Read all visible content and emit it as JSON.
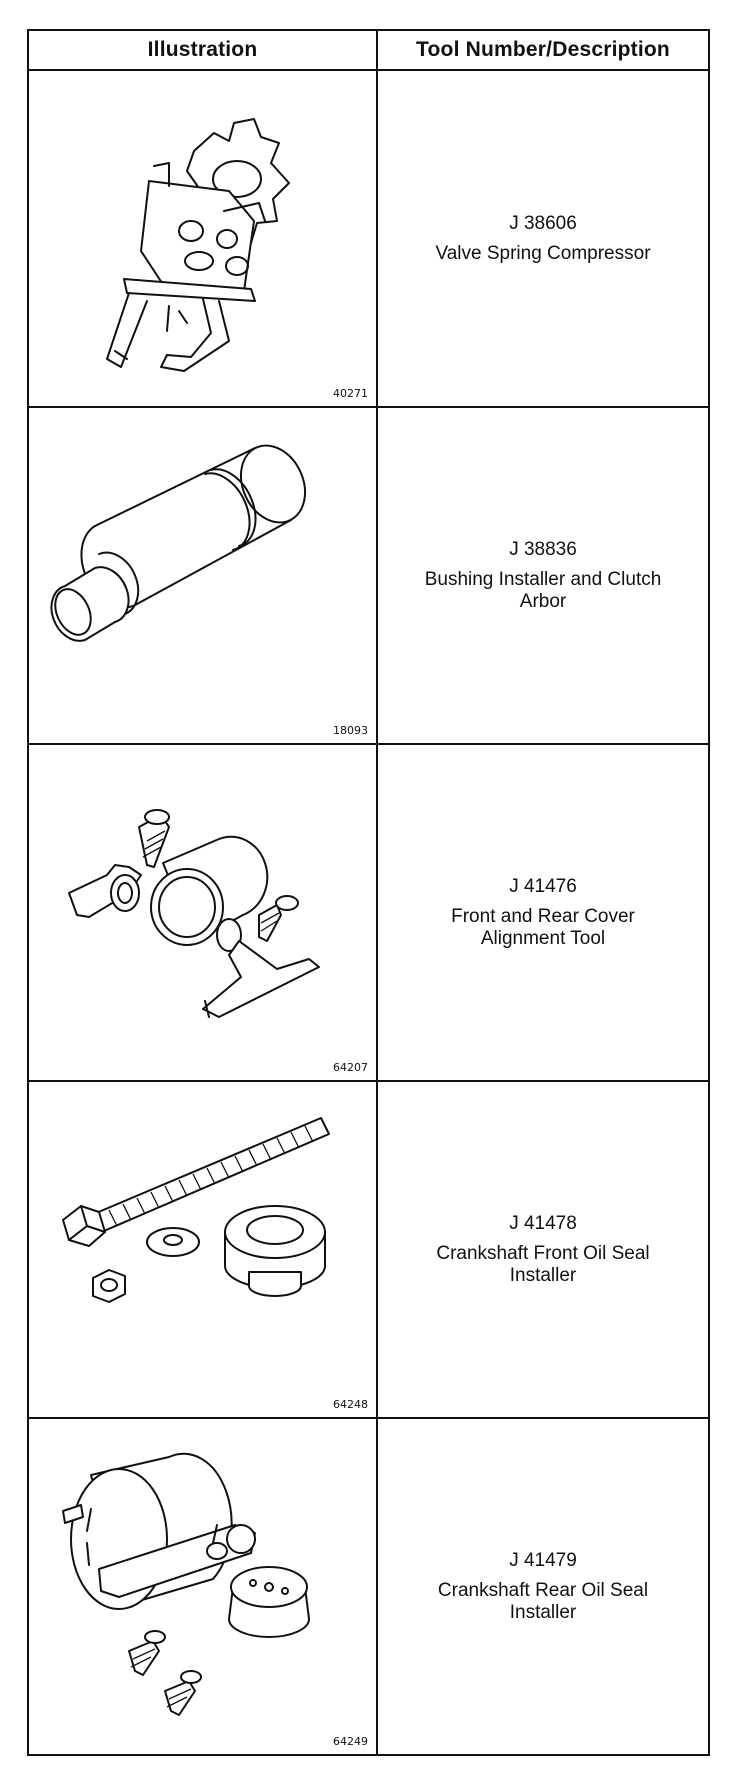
{
  "table": {
    "headers": {
      "illustration": "Illustration",
      "tool": "Tool Number/Description"
    },
    "rows": [
      {
        "figure": "40271",
        "tool_number": "J 38606",
        "description": "Valve Spring Compressor",
        "icon": "valve-spring-compressor-drawing"
      },
      {
        "figure": "18093",
        "tool_number": "J 38836",
        "description": "Bushing Installer and Clutch Arbor",
        "icon": "bushing-installer-drawing"
      },
      {
        "figure": "64207",
        "tool_number": "J 41476",
        "description": "Front and Rear Cover Alignment Tool",
        "icon": "cover-alignment-tool-drawing"
      },
      {
        "figure": "64248",
        "tool_number": "J 41478",
        "description": "Crankshaft Front Oil Seal Installer",
        "icon": "front-seal-installer-drawing"
      },
      {
        "figure": "64249",
        "tool_number": "J 41479",
        "description": "Crankshaft Rear Oil Seal Installer",
        "icon": "rear-seal-installer-drawing"
      }
    ]
  }
}
